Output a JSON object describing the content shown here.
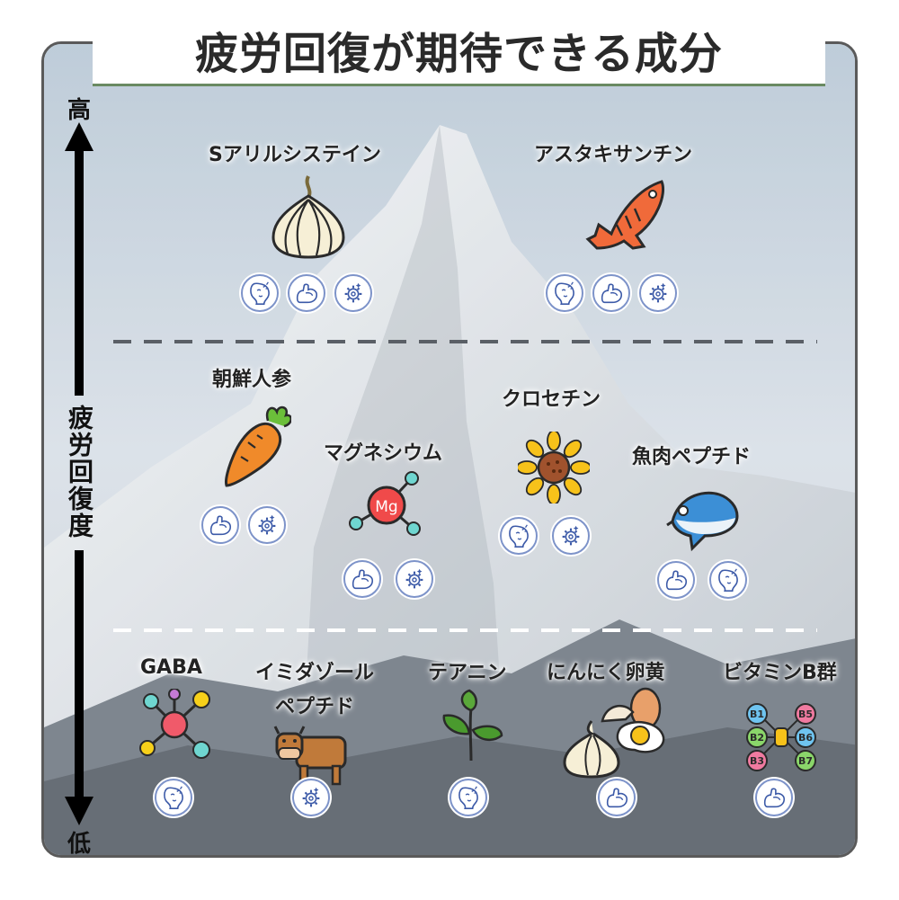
{
  "title": "疲労回復が期待できる成分",
  "axis": {
    "high": "高",
    "low": "低",
    "label": "疲労回復度"
  },
  "icon_types": {
    "fatigue": "tired-face-icon",
    "muscle": "flexed-arm-icon",
    "metabolism": "gear-icon"
  },
  "items": [
    {
      "name": "Sアリルシステイン",
      "illustration": "garlic-icon",
      "badges": [
        "fatigue",
        "muscle",
        "metabolism"
      ]
    },
    {
      "name": "アスタキサンチン",
      "illustration": "salmon-icon",
      "badges": [
        "fatigue",
        "muscle",
        "metabolism"
      ]
    },
    {
      "name": "朝鮮人参",
      "illustration": "carrot-icon",
      "badges": [
        "muscle",
        "metabolism"
      ]
    },
    {
      "name": "マグネシウム",
      "illustration": "magnesium-molecule-icon",
      "badges": [
        "muscle",
        "metabolism"
      ]
    },
    {
      "name": "クロセチン",
      "illustration": "sunflower-icon",
      "badges": [
        "fatigue",
        "metabolism"
      ]
    },
    {
      "name": "魚肉ペプチド",
      "illustration": "tuna-icon",
      "badges": [
        "muscle",
        "fatigue"
      ]
    },
    {
      "name": "GABA",
      "illustration": "molecule-icon",
      "badges": [
        "fatigue"
      ]
    },
    {
      "name": "イミダゾール",
      "name2": "ペプチド",
      "illustration": "cow-icon",
      "badges": [
        "metabolism"
      ]
    },
    {
      "name": "テアニン",
      "illustration": "tea-leaf-icon",
      "badges": [
        "fatigue"
      ]
    },
    {
      "name": "にんにく卵黄",
      "illustration": "garlic-egg-icon",
      "badges": [
        "muscle"
      ]
    },
    {
      "name": "ビタミンB群",
      "illustration": "vitamin-b-icon",
      "badges": [
        "muscle"
      ]
    }
  ],
  "vitamin_labels": [
    "B1",
    "B2",
    "B3",
    "B5",
    "B6",
    "B7"
  ],
  "magnesium_symbol": "Mg",
  "colors": {
    "title_underline": "#6a8a62",
    "badge_border": "#7d93c9",
    "badge_icon": "#3c5aa8"
  }
}
